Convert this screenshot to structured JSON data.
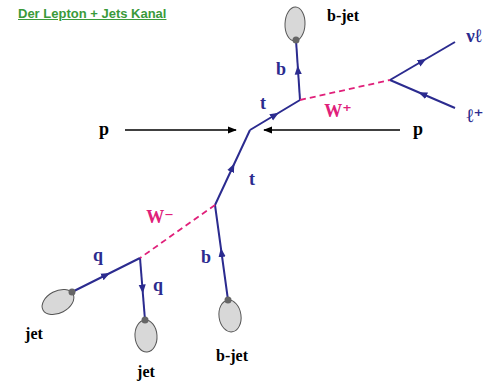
{
  "diagram": {
    "title": "Der Lepton + Jets Kanal",
    "labels": [
      "b-jet",
      "νℓ",
      "b",
      "W⁺",
      "t",
      "p",
      "p",
      "ℓ⁺",
      "t",
      "W⁻",
      "q",
      "q",
      "b",
      "jet",
      "b-jet",
      "jet"
    ]
  }
}
